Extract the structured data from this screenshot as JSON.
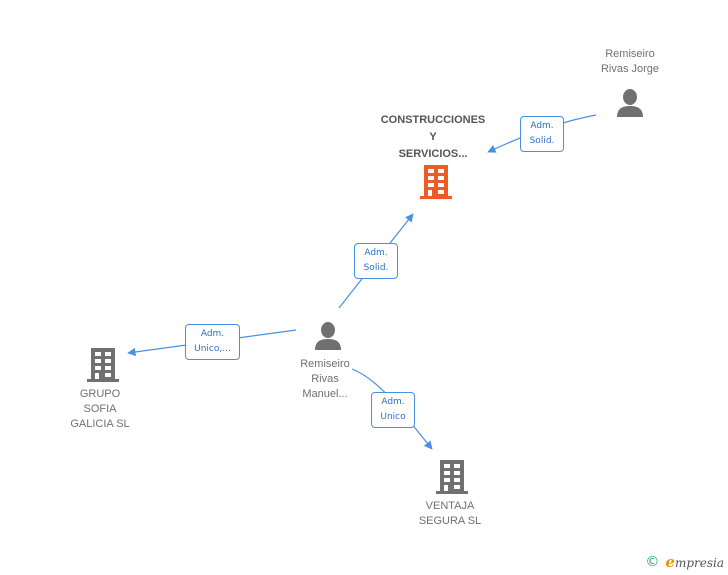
{
  "colors": {
    "edge": "#4a90e2",
    "main_company": "#f05a28",
    "company": "#707070",
    "person": "#707070"
  },
  "nodes": {
    "construcciones": {
      "type": "company",
      "icon": "building-icon",
      "lines": [
        "CONSTRUCCIONES",
        "Y",
        "SERVICIOS..."
      ],
      "highlight": true
    },
    "jorge": {
      "type": "person",
      "icon": "person-icon",
      "lines": [
        "Remiseiro",
        "Rivas Jorge"
      ]
    },
    "manuel": {
      "type": "person",
      "icon": "person-icon",
      "lines": [
        "Remiseiro",
        "Rivas",
        "Manuel..."
      ]
    },
    "grupo_sofia": {
      "type": "company",
      "icon": "building-icon",
      "lines": [
        "GRUPO",
        "SOFIA",
        "GALICIA SL"
      ]
    },
    "ventaja": {
      "type": "company",
      "icon": "building-icon",
      "lines": [
        "VENTAJA",
        "SEGURA SL"
      ]
    }
  },
  "edges": [
    {
      "from": "jorge",
      "to": "construcciones",
      "label": [
        "Adm.",
        "Solid."
      ]
    },
    {
      "from": "manuel",
      "to": "construcciones",
      "label": [
        "Adm.",
        "Solid."
      ]
    },
    {
      "from": "manuel",
      "to": "grupo_sofia",
      "label": [
        "Adm.",
        "Unico,..."
      ]
    },
    {
      "from": "manuel",
      "to": "ventaja",
      "label": [
        "Adm.",
        "Unico"
      ]
    }
  ],
  "footer": {
    "copyright": "©",
    "brand_initial": "e",
    "brand_rest": "mpresia"
  }
}
